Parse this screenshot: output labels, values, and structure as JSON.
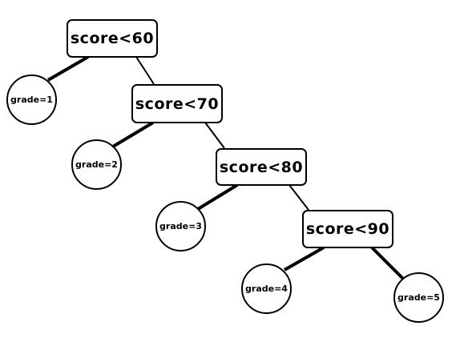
{
  "tree": {
    "decisions": [
      {
        "label": "score<60"
      },
      {
        "label": "score<70"
      },
      {
        "label": "score<80"
      },
      {
        "label": "score<90"
      }
    ],
    "leaves": [
      {
        "label": "grade=1"
      },
      {
        "label": "grade=2"
      },
      {
        "label": "grade=3"
      },
      {
        "label": "grade=4"
      },
      {
        "label": "grade=5"
      }
    ]
  },
  "colors": {
    "stroke": "#000000",
    "background": "#ffffff"
  }
}
